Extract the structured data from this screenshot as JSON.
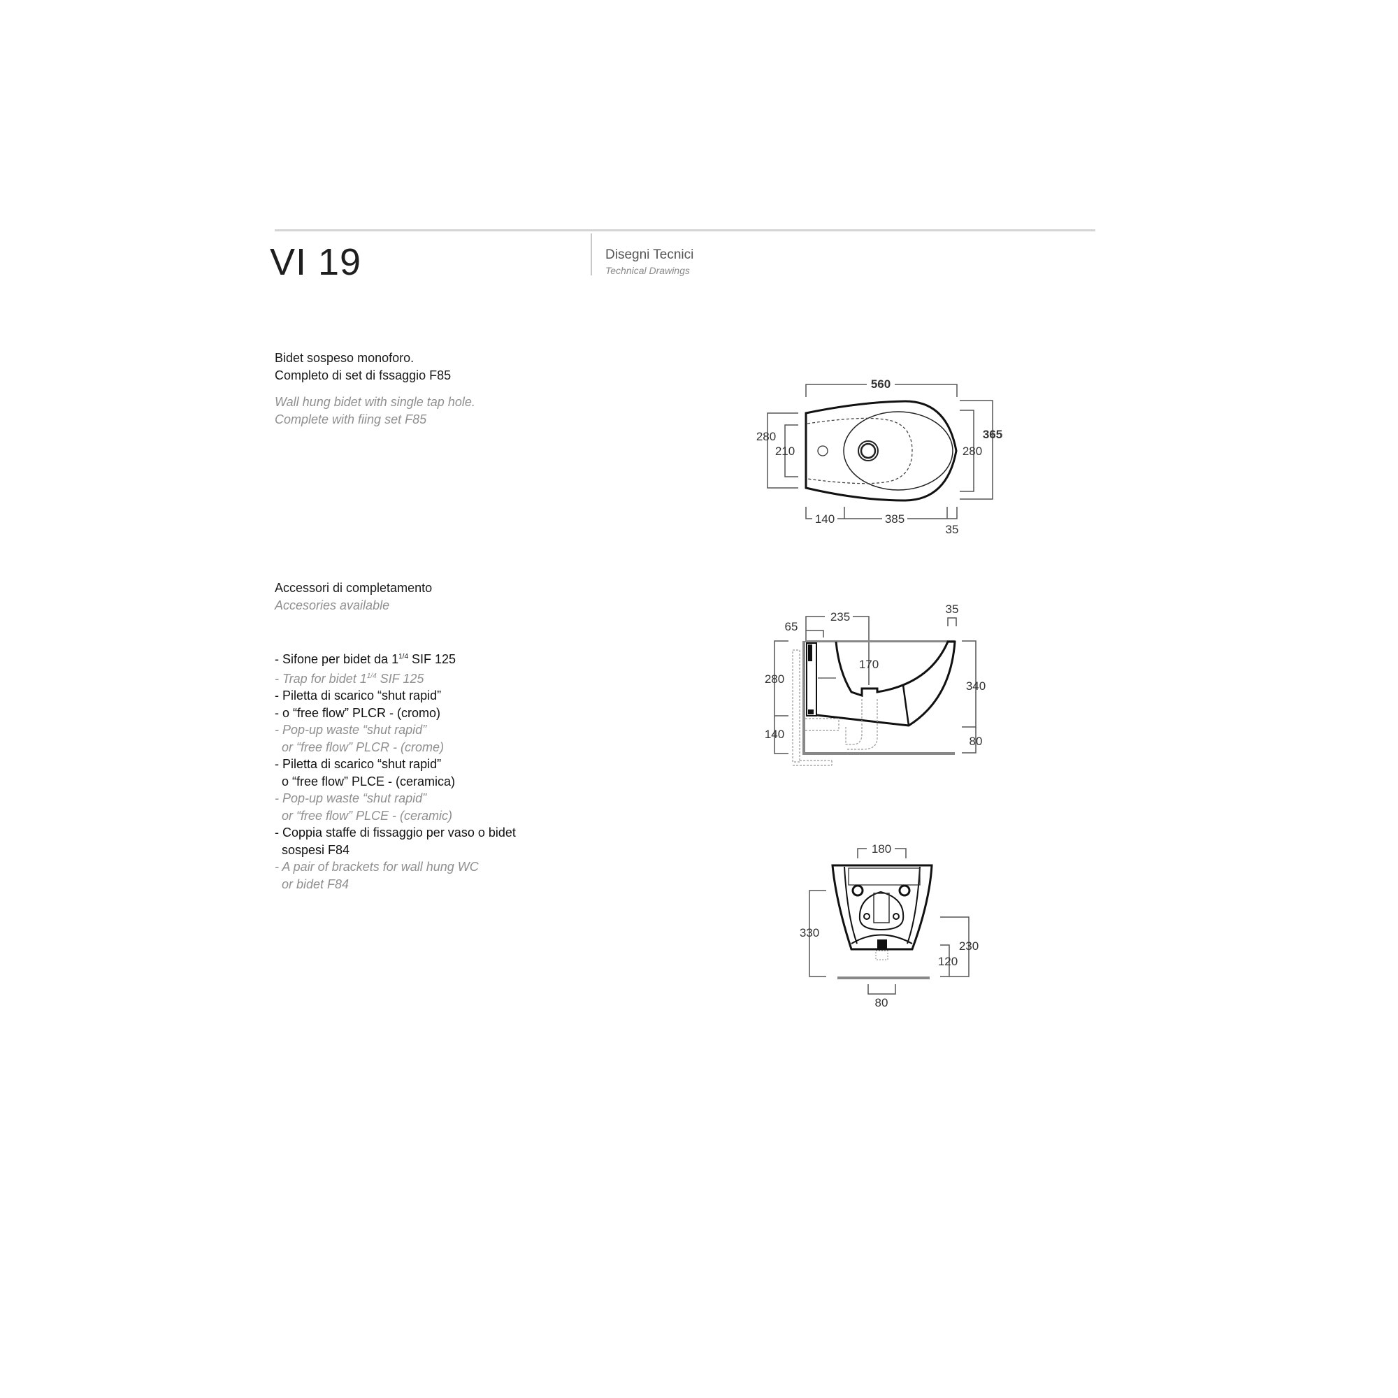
{
  "header": {
    "model_code": "VI 19",
    "section_title": "Disegni Tecnici",
    "section_subtitle": "Technical Drawings"
  },
  "product": {
    "description_it": [
      "Bidet sospeso monoforo.",
      "Completo di set di fssaggio F85"
    ],
    "description_en": [
      "Wall hung bidet with single tap hole.",
      "Complete with fiing set F85"
    ]
  },
  "accessories": {
    "title_it": "Accessori di completamento",
    "title_en": "Accesories available",
    "items": [
      {
        "it": [
          "- Sifone per bidet da 1",
          "1/4",
          " SIF 125"
        ],
        "en": [
          "- Trap for bidet 1",
          "1/4",
          " SIF 125"
        ]
      },
      {
        "it_lines": [
          "- Piletta di scarico “shut rapid”",
          "- o “free flow” PLCR - (cromo)"
        ],
        "en_lines": [
          "- Pop-up waste “shut rapid”",
          "  or “free flow” PLCR - (crome)"
        ]
      },
      {
        "it_lines": [
          "- Piletta di scarico “shut rapid”",
          "  o “free flow” PLCE - (ceramica)"
        ],
        "en_lines": [
          "- Pop-up waste “shut rapid”",
          "  or “free flow” PLCE - (ceramic)"
        ]
      },
      {
        "it_lines": [
          "- Coppia staffe di fissaggio per vaso o bidet",
          "  sospesi F84"
        ],
        "en_lines": [
          "- A pair of brackets for wall hung WC",
          "  or bidet F84"
        ]
      }
    ]
  },
  "drawings": {
    "top_view": {
      "name": "Top view",
      "dims": {
        "length": "560",
        "width": "365",
        "rear_width_outer": "280",
        "rear_width_inner": "210",
        "bowl_width": "280",
        "tap_offset": "140",
        "bowl_length": "385",
        "front_lip": "35"
      }
    },
    "side_view": {
      "name": "Side view",
      "dims": {
        "wall_gap": "65",
        "drain_offset": "235",
        "front_lip": "35",
        "bowl_depth": "170",
        "fixing_height": "280",
        "drain_height": "140",
        "total_height": "340",
        "floor_gap": "80"
      }
    },
    "rear_view": {
      "name": "Rear view",
      "dims": {
        "fixing_spacing": "180",
        "height": "330",
        "drain_height_high": "230",
        "drain_height_low": "120",
        "drain_width": "80"
      }
    }
  }
}
